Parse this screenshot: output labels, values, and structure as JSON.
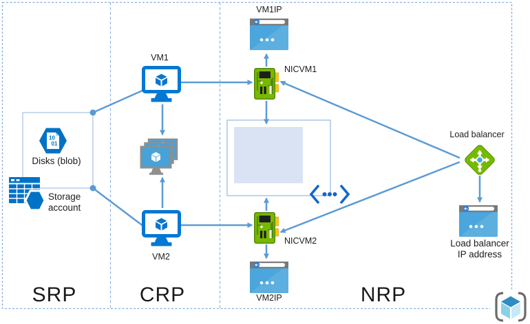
{
  "regions": {
    "srp": {
      "label": "SRP"
    },
    "crp": {
      "label": "CRP"
    },
    "nrp": {
      "label": "NRP"
    }
  },
  "nodes": {
    "vm1ip": {
      "label": "VM1IP"
    },
    "nicvm1": {
      "label": "NICVM1"
    },
    "vm1": {
      "label": "VM1"
    },
    "vm2": {
      "label": "VM2"
    },
    "nicvm2": {
      "label": "NICVM2"
    },
    "vm2ip": {
      "label": "VM2IP"
    },
    "disks": {
      "label": "Disks (blob)",
      "glyph_line1": "10",
      "glyph_line2": "01"
    },
    "storage_account": {
      "line1": "Storage",
      "line2": "account"
    },
    "load_balancer": {
      "label": "Load balancer"
    },
    "load_balancer_ip": {
      "line1": "Load balancer",
      "line2": "IP address"
    }
  },
  "colors": {
    "connector": "#5b9bd5",
    "vm_blue": "#0078d4",
    "nic_green": "#76b900",
    "ip_icon_blue": "#4aa6dc",
    "lb_green": "#77b900",
    "storage_blue": "#0072c6",
    "vnet_icon_blue": "#1266c8",
    "subnet_fill": "#dae3f3",
    "dashed_border": "#85aede"
  }
}
